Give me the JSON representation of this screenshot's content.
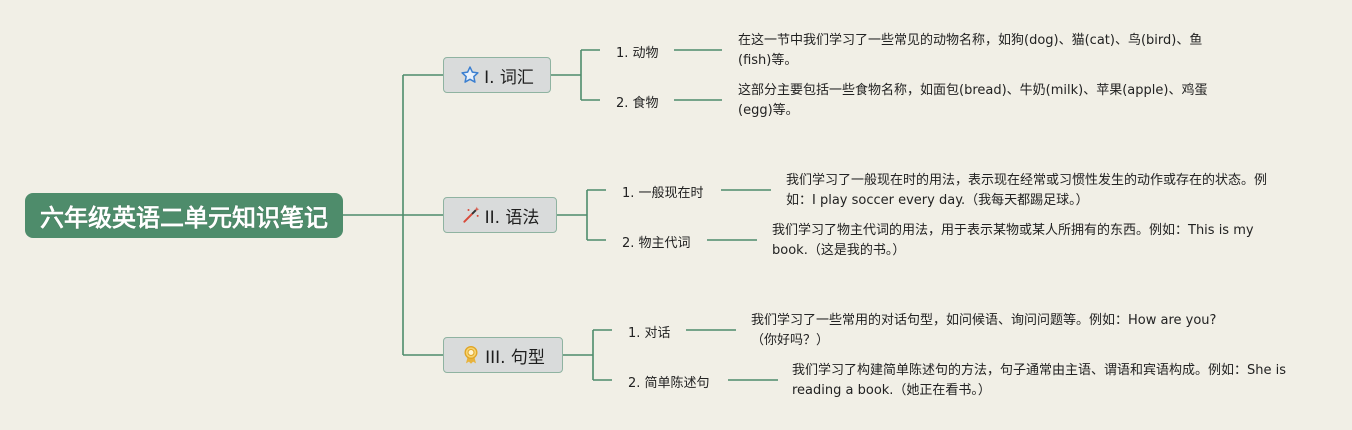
{
  "root": {
    "title": "六年级英语二单元知识笔记"
  },
  "sections": [
    {
      "label": "I. 词汇",
      "icon": "star-icon",
      "items": [
        {
          "label": "1. 动物",
          "desc": "在这一节中我们学习了一些常见的动物名称，如狗(dog)、猫(cat)、鸟(bird)、鱼(fish)等。"
        },
        {
          "label": "2. 食物",
          "desc": "这部分主要包括一些食物名称，如面包(bread)、牛奶(milk)、苹果(apple)、鸡蛋(egg)等。"
        }
      ]
    },
    {
      "label": "II. 语法",
      "icon": "magic-wand-icon",
      "items": [
        {
          "label": "1. 一般现在时",
          "desc": "我们学习了一般现在时的用法，表示现在经常或习惯性发生的动作或存在的状态。例如：I play soccer every day.（我每天都踢足球。）"
        },
        {
          "label": "2. 物主代词",
          "desc": "我们学习了物主代词的用法，用于表示某物或某人所拥有的东西。例如：This is my book.（这是我的书。）"
        }
      ]
    },
    {
      "label": "III. 句型",
      "icon": "award-icon",
      "items": [
        {
          "label": "1. 对话",
          "desc": "我们学习了一些常用的对话句型，如问候语、询问问题等。例如：How are you?（你好吗？）"
        },
        {
          "label": "2. 简单陈述句",
          "desc": "我们学习了构建简单陈述句的方法，句子通常由主语、谓语和宾语构成。例如：She is reading a book.（她正在看书。）"
        }
      ]
    }
  ],
  "colors": {
    "connector": "#4e8c6b",
    "root_bg": "#4e8c6b",
    "section_bg": "#d9dbdb",
    "background": "#f1efe6"
  }
}
